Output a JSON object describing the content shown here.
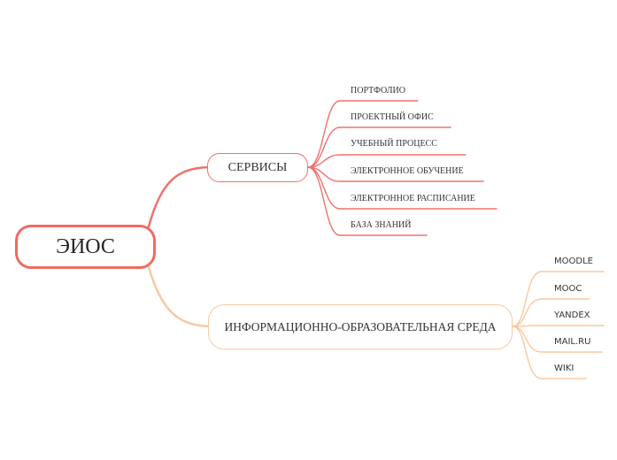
{
  "mindmap": {
    "root": {
      "label": "ЭИОС"
    },
    "branches": [
      {
        "label": "СЕРВИСЫ",
        "color": "#f0716a",
        "children": [
          "ПОРТФОЛИО",
          "ПРОЕКТНЫЙ ОФИС",
          "УЧЕБНЫЙ ПРОЦЕСС",
          "ЭЛЕКТРОННОЕ ОБУЧЕНИЕ",
          "ЭЛЕКТРОННОЕ РАСПИСАНИЕ",
          "БАЗА ЗНАНИЙ"
        ]
      },
      {
        "label": "ИНФОРМАЦИОННО-ОБРАЗОВАТЕЛЬНАЯ СРЕДА",
        "color": "#f9c8a2",
        "children": [
          "MOODLE",
          "MOOC",
          "YANDEX",
          "MAIL.RU",
          "WIKI"
        ]
      }
    ],
    "root_color": "#ef6b62"
  }
}
